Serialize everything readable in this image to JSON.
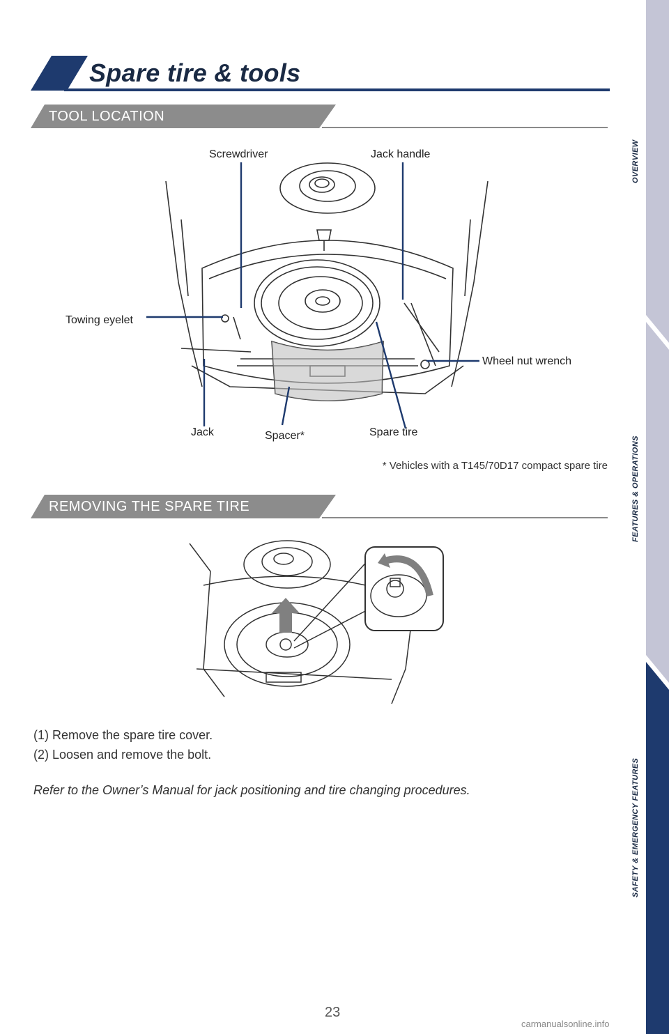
{
  "header": {
    "title": "Spare tire & tools"
  },
  "sections": {
    "tool_location": "TOOL LOCATION",
    "removing": "REMOVING THE SPARE TIRE"
  },
  "callouts": {
    "screwdriver": "Screwdriver",
    "jack_handle": "Jack handle",
    "towing_eyelet": "Towing eyelet",
    "wheel_nut_wrench": "Wheel nut wrench",
    "jack": "Jack",
    "spacer": "Spacer*",
    "spare_tire": "Spare tire"
  },
  "footnote": "* Vehicles with a T145/70D17 compact spare tire",
  "steps": [
    "(1) Remove the spare tire cover.",
    "(2) Loosen and remove the bolt."
  ],
  "note": "Refer to the Owner’s Manual for jack positioning and tire changing procedures.",
  "page_number": "23",
  "side_nav": {
    "items": [
      {
        "label": "OVERVIEW"
      },
      {
        "label": "FEATURES & OPERATIONS"
      },
      {
        "label": "SAFETY & EMERGENCY FEATURES"
      }
    ]
  },
  "watermark": "carmanualsonline.info",
  "colors": {
    "navy": "#1e3a6e",
    "section_gray": "#8c8c8c",
    "side_gray": "#c4c5d6",
    "side_active": "#1e3a6e"
  }
}
